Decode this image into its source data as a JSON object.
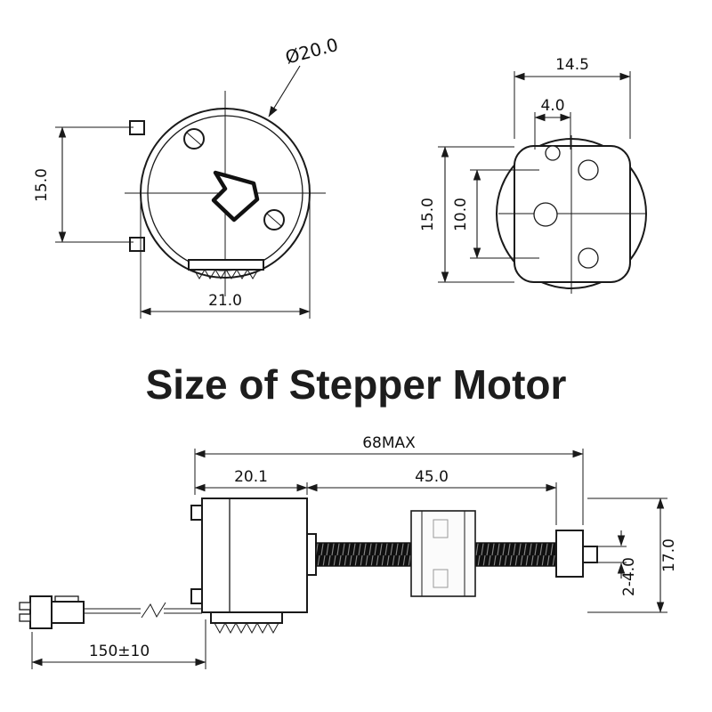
{
  "title": "Size of Stepper Motor",
  "front_view": {
    "diameter_label": "Ø20.0",
    "height_label": "15.0",
    "width_label": "21.0"
  },
  "rear_view": {
    "width_label": "14.5",
    "offset_label": "4.0",
    "height_label": "15.0",
    "hole_spacing_label": "10.0"
  },
  "side_view": {
    "overall_label": "68MAX",
    "motor_label": "20.1",
    "screw_label": "45.0",
    "height_label": "17.0",
    "tip_label": "2-4.0",
    "cable_label": "150±10"
  }
}
